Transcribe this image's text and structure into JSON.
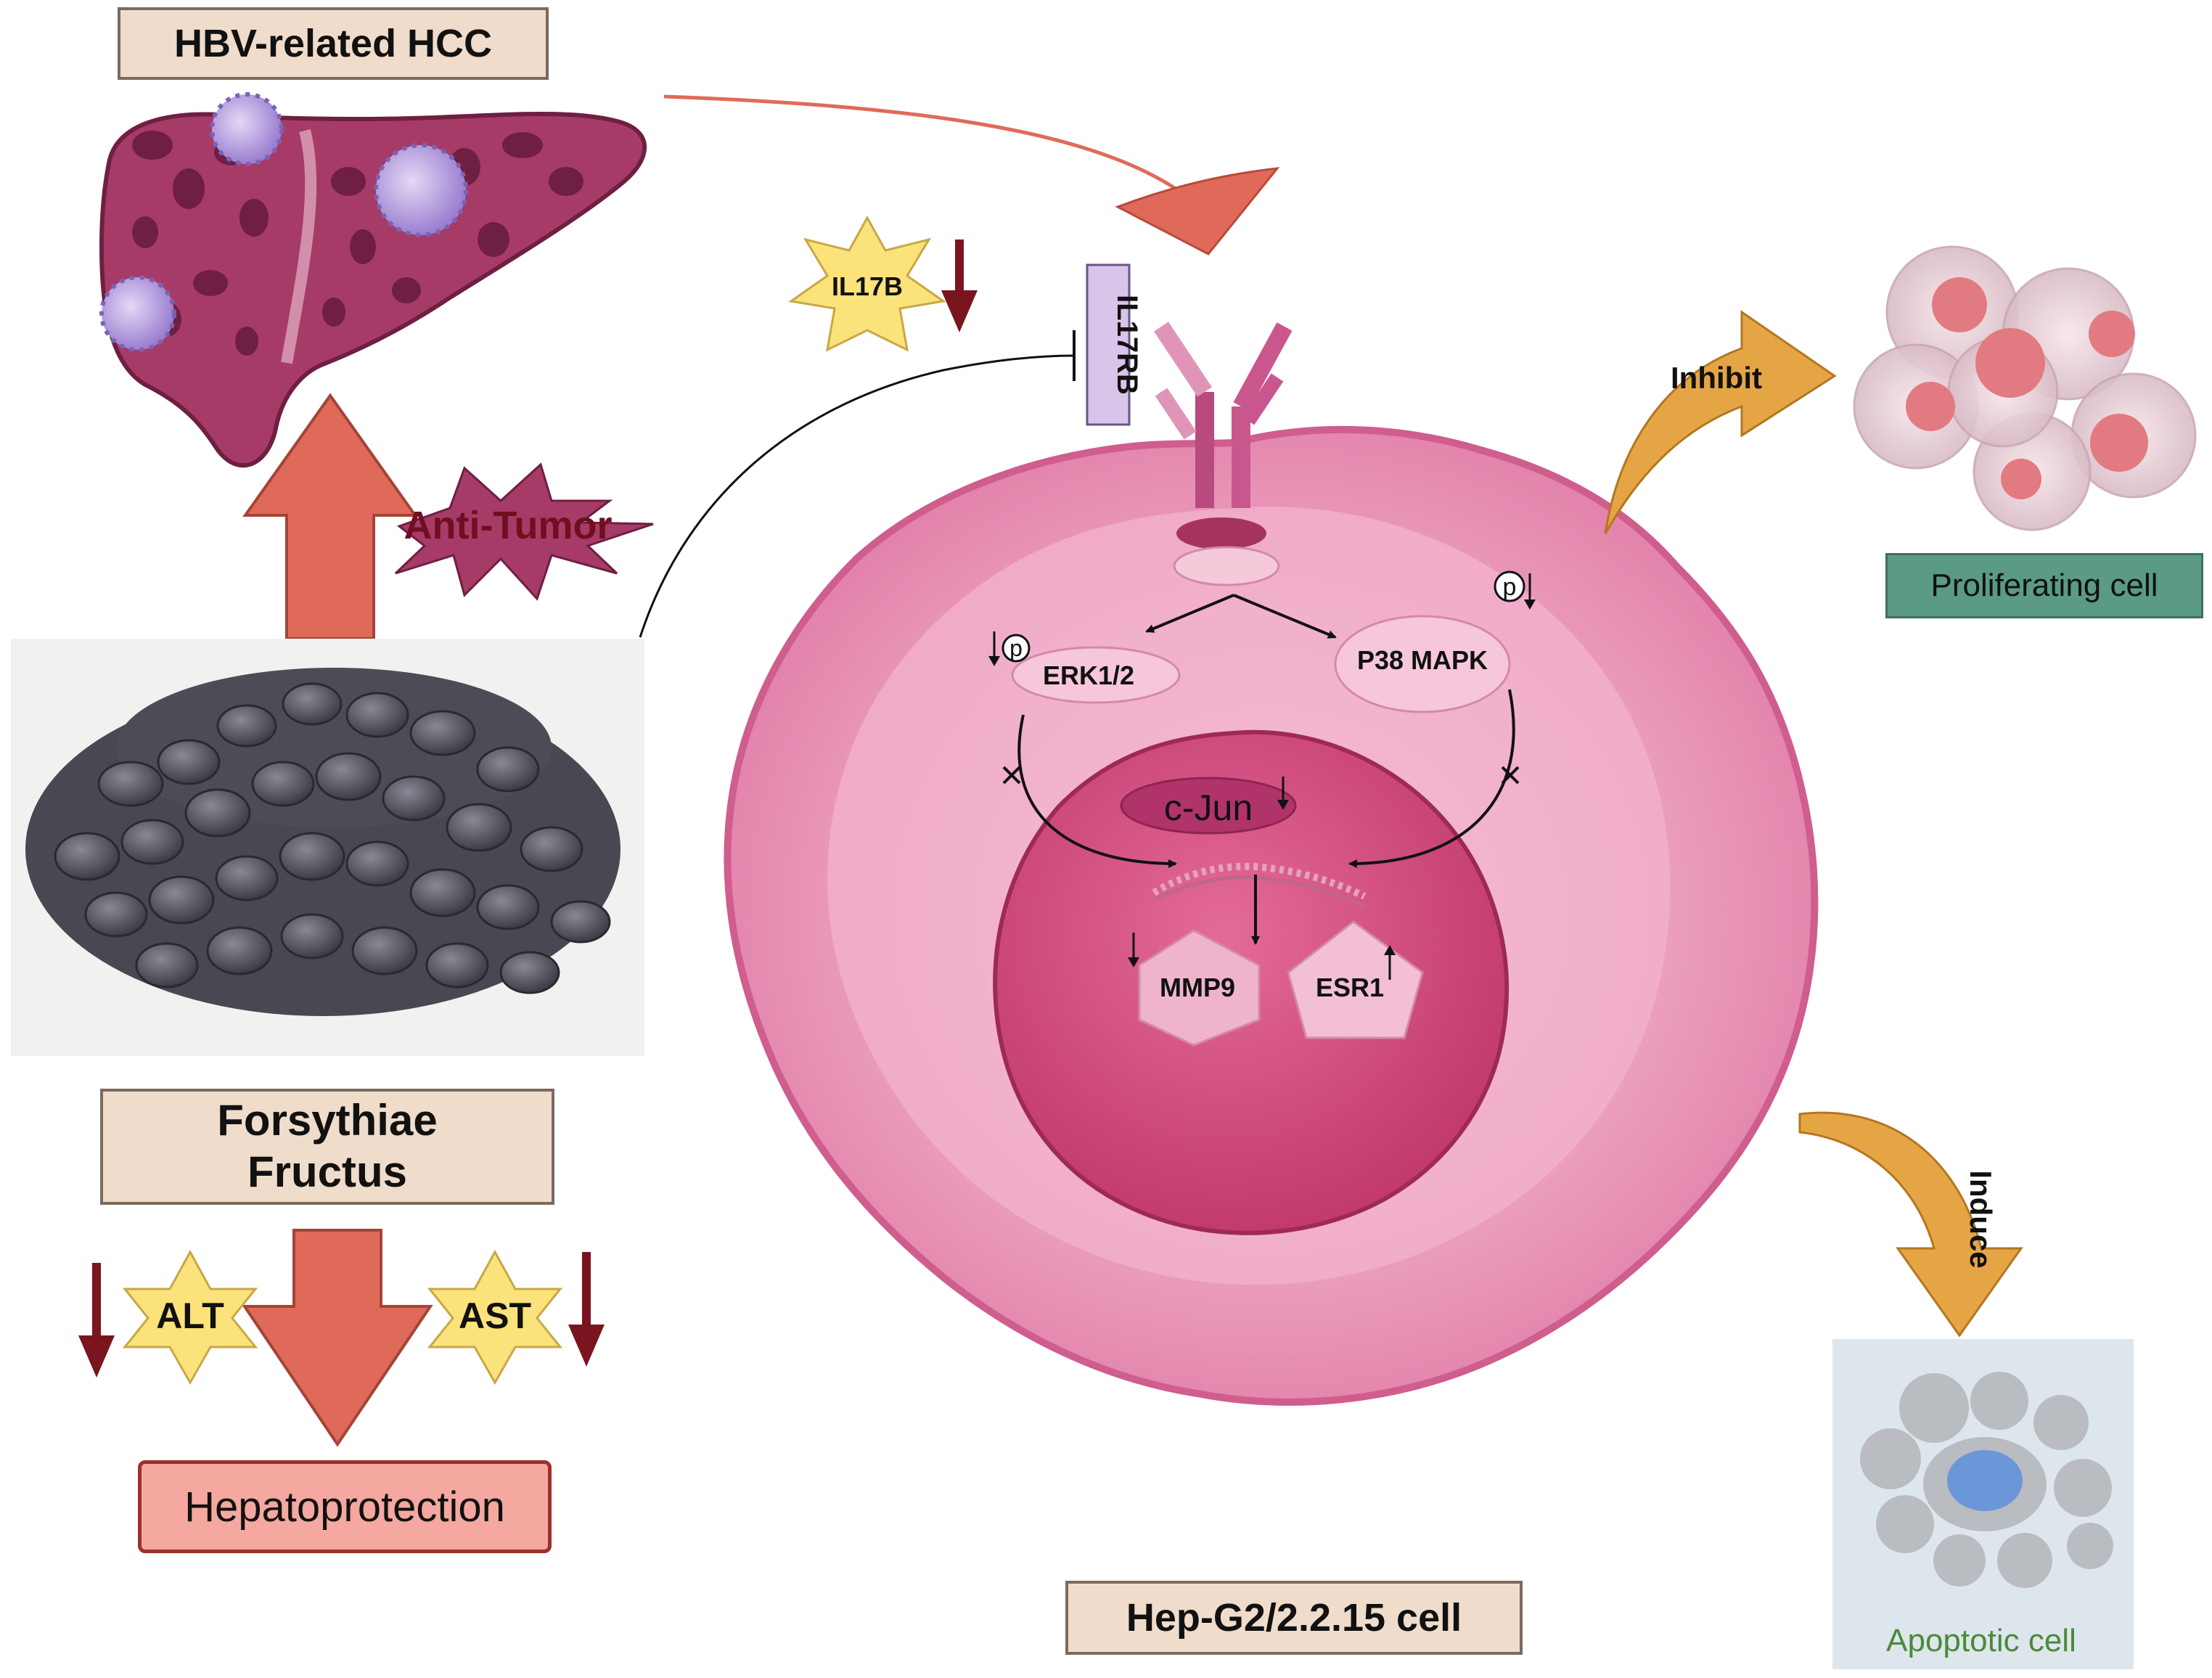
{
  "labels": {
    "hbv_hcc": "HBV-related HCC",
    "anti_tumor": "Anti-Tumor",
    "forsythiae": "Forsythiae Fructus",
    "hepatoprotection": "Hepatoprotection",
    "alt": "ALT",
    "ast": "AST",
    "il17b": "IL17B",
    "il17rb": "IL17RB",
    "erk": "ERK1/2",
    "p38": "P38 MAPK",
    "cjun": "c-Jun",
    "mmp9": "MMP9",
    "esr1": "ESR1",
    "p": "p",
    "cell_name": "Hep-G2/2.2.15 cell",
    "inhibit": "Inhibit",
    "induce": "Induce",
    "proliferating": "Proliferating cell",
    "apoptotic": "Apoptotic cell"
  },
  "colors": {
    "cell_outer": "#e98fb3",
    "cell_inner": "#f3bcd2",
    "nucleus": "#d4507f",
    "liver": "#a0305f",
    "big_arrow": "#e06a5a",
    "dark_arrow": "#7a1520",
    "star": "#fbe27a",
    "orange_arrow": "#e6a545",
    "proliferating_box": "#5a9a86",
    "hepato_box": "#f4a8a0"
  }
}
